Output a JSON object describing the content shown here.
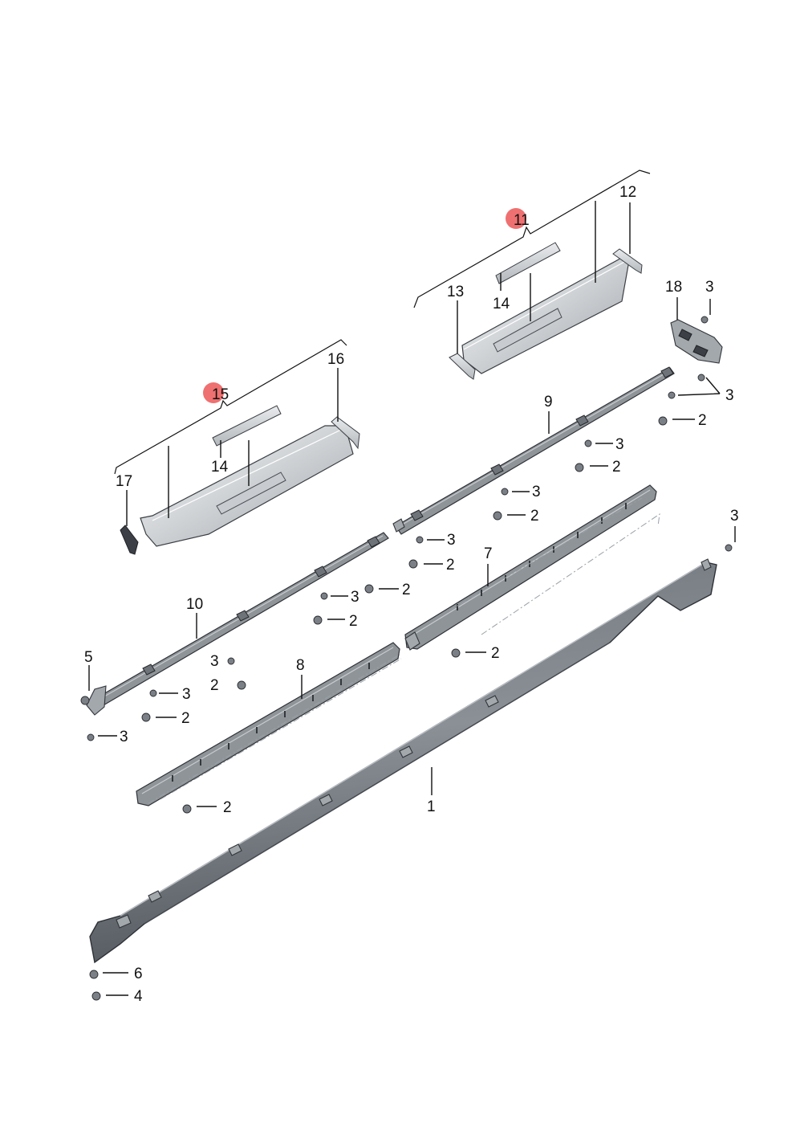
{
  "diagram": {
    "callouts": {
      "c1": "1",
      "c2": "2",
      "c3": "3",
      "c4": "4",
      "c5": "5",
      "c6": "6",
      "c7": "7",
      "c8": "8",
      "c9": "9",
      "c10": "10",
      "c11": "11",
      "c12": "12",
      "c13": "13",
      "c14": "14",
      "c15": "15",
      "c16": "16",
      "c17": "17",
      "c18": "18"
    },
    "highlight_color": "#ec5757"
  }
}
